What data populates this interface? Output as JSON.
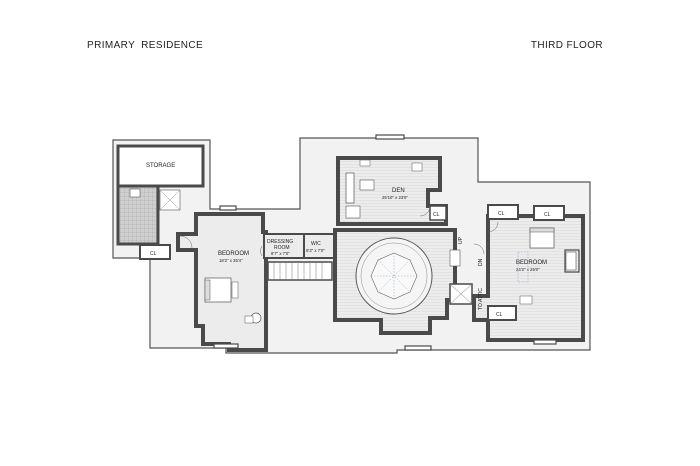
{
  "header": {
    "title": "PRIMARY   RESIDENCE",
    "floor": "THIRD FLOOR"
  },
  "rooms": {
    "storage": {
      "name": "STORAGE"
    },
    "bedroom_west": {
      "name": "BEDROOM",
      "dims": "18'2\" x 35'4\""
    },
    "dressing": {
      "name": "DRESSING",
      "name2": "ROOM",
      "dims": "8'7\" x 7'0\""
    },
    "wic": {
      "name": "WIC",
      "dims": "8'3\" x 7'0\""
    },
    "den": {
      "name": "DEN",
      "dims": "25'10\" x 23'0\""
    },
    "bedroom_east": {
      "name": "BEDROOM",
      "dims": "24'2\" x 25'0\""
    }
  },
  "labels": {
    "cl_west": "CL",
    "cl_den": "CL",
    "cl_east_top": "CL",
    "cl_east_bottom": "CL",
    "dn": "DN",
    "up": "UP",
    "dn_east": "DN",
    "to_attic": "TO ATTIC"
  },
  "colors": {
    "wall": "#4a4a4a",
    "floor": "#e9e9e9",
    "paper": "#ffffff",
    "line": "#555555"
  }
}
